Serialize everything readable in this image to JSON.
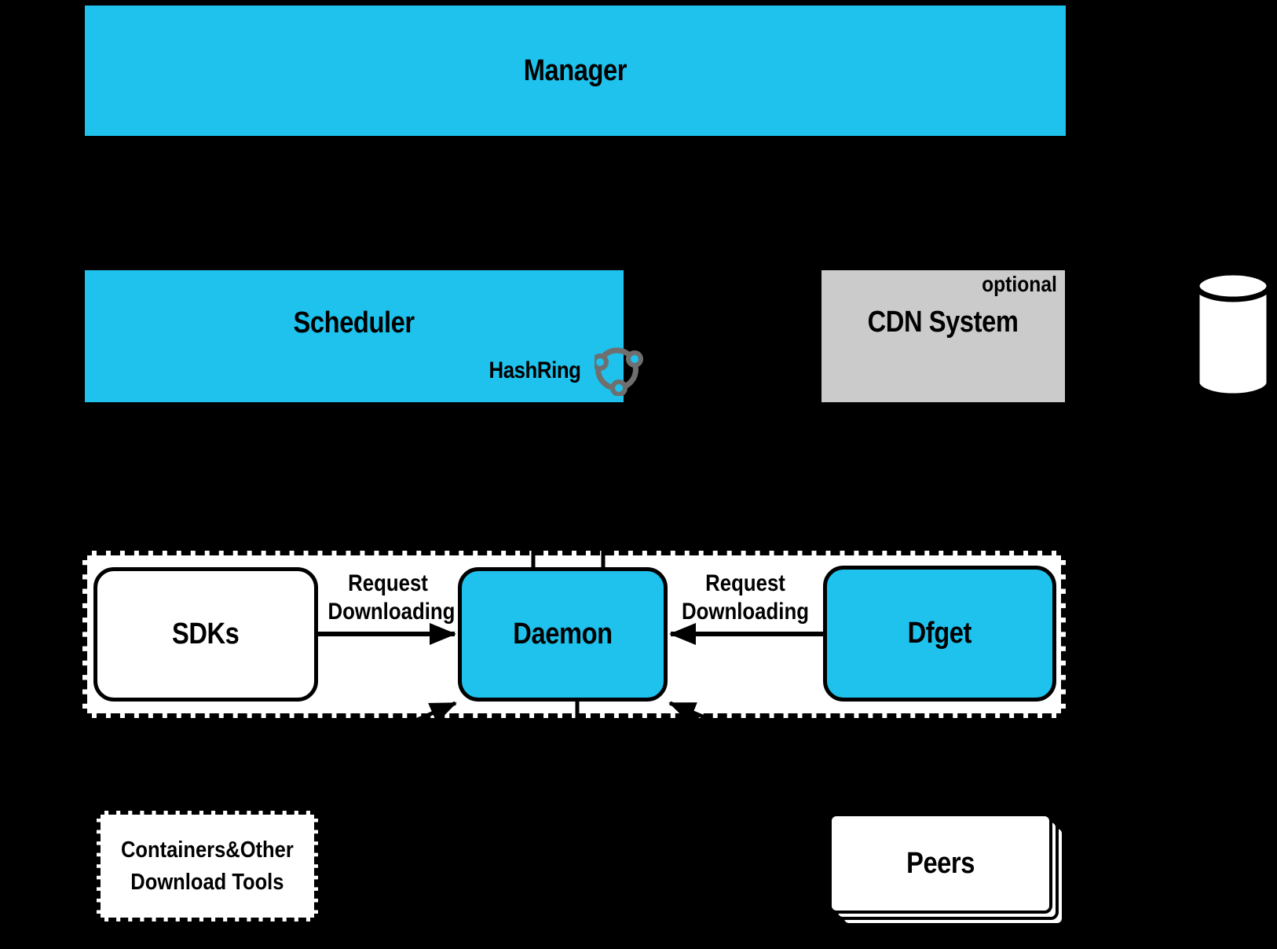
{
  "diagram": {
    "background": "#000000",
    "colors": {
      "cyan": "#1EC2EC",
      "gray": "#CBCBCB",
      "ring_gray": "#6F6F6F",
      "line_black": "#000000",
      "box_white": "#FFFFFF"
    }
  },
  "boxes": {
    "manager": {
      "label": "Manager"
    },
    "scheduler": {
      "label": "Scheduler",
      "hashring_label": "HashRing"
    },
    "cdn": {
      "label": "CDN System",
      "badge": "optional"
    },
    "sdks": {
      "label": "SDKs"
    },
    "daemon": {
      "label": "Daemon"
    },
    "dfget": {
      "label": "Dfget"
    },
    "containers": {
      "label_line1": "Containers&Other",
      "label_line2": "Download Tools"
    },
    "peers": {
      "label": "Peers"
    }
  },
  "arrows": {
    "request_line1": "Request",
    "request_line2": "Downloading"
  },
  "icons": {
    "hashring": "hashring-ring-icon",
    "database": "database-cylinder-icon"
  }
}
